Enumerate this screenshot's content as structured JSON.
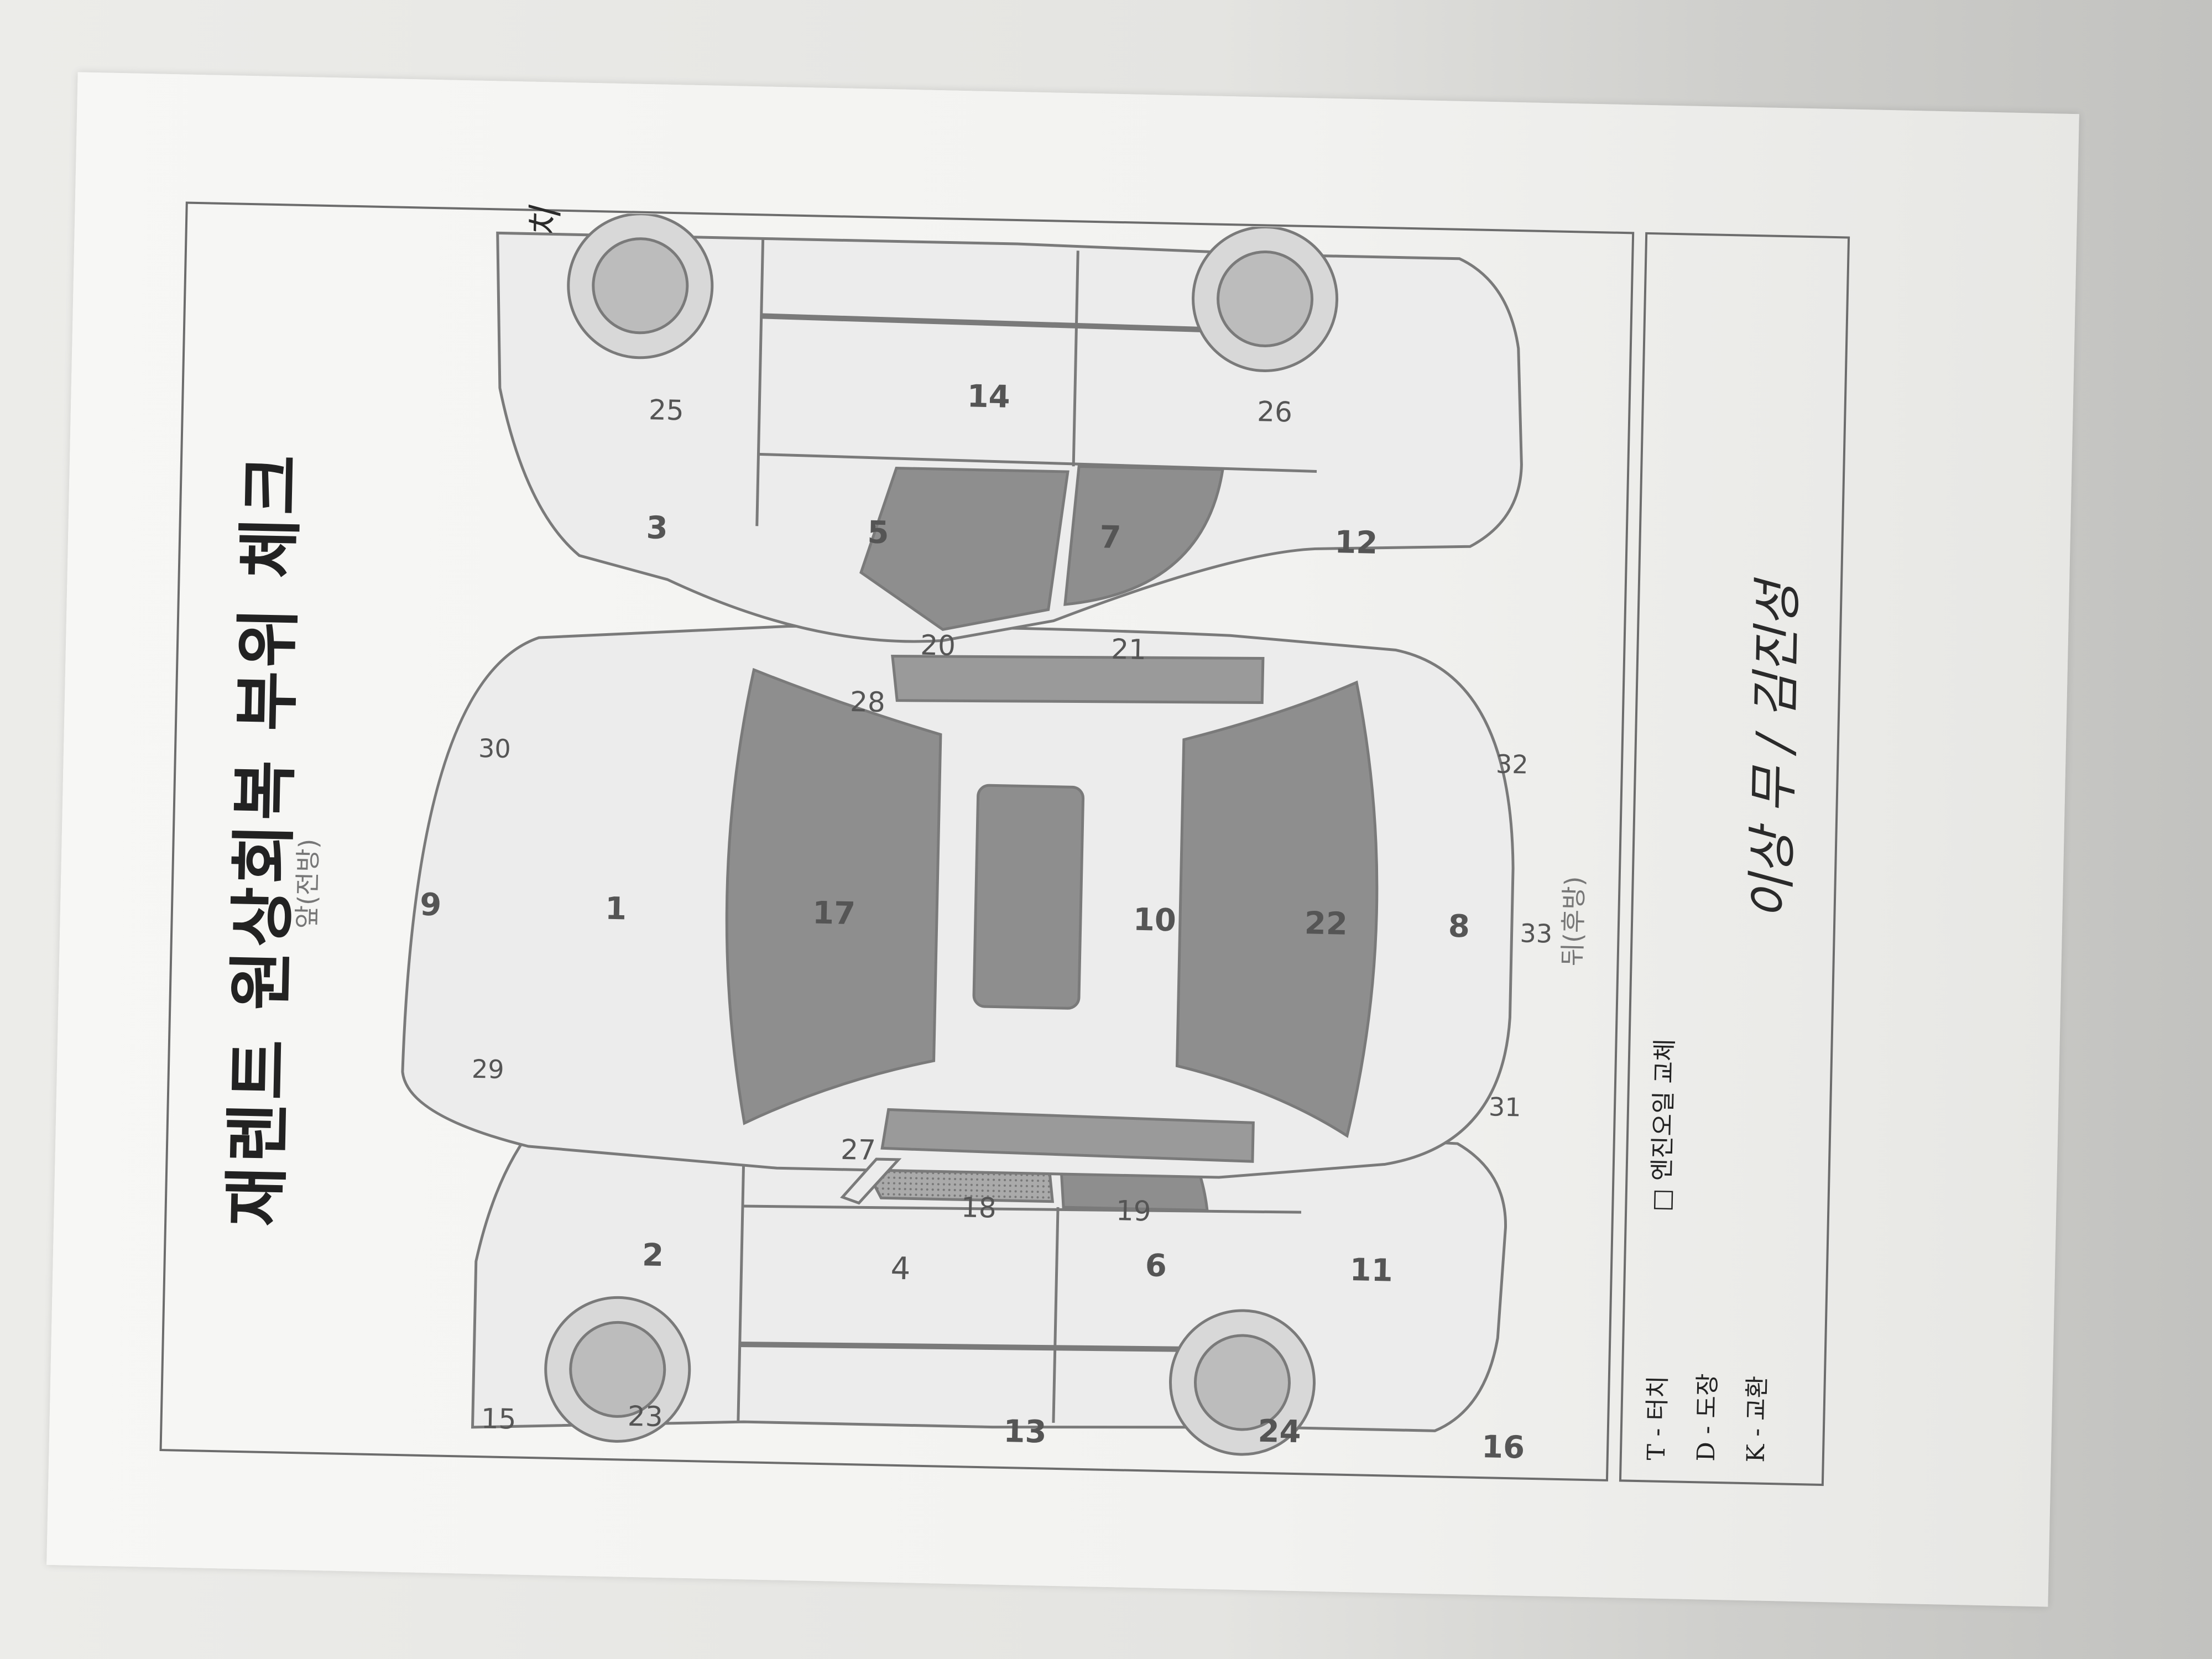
{
  "document": {
    "title": "재렌트 원상회복 부위 체크",
    "front_label": "앞(전방)",
    "rear_label": "뒤(후방)",
    "legend": [
      {
        "code": "T - 터치"
      },
      {
        "code": "D - 도장"
      },
      {
        "code": "K - 교환"
      }
    ],
    "checkbox_label": "□ 엔진오일 교체",
    "handwritten_note": "T - 터치",
    "handwritten_signature": "이상 무 / 김진성"
  },
  "part_numbers": {
    "left_view": [
      "2",
      "4",
      "6",
      "11",
      "13",
      "15",
      "16",
      "18",
      "19",
      "23",
      "24"
    ],
    "top_view": [
      "1",
      "8",
      "9",
      "10",
      "17",
      "22",
      "27",
      "28",
      "29",
      "30",
      "31",
      "32",
      "33"
    ],
    "right_view": [
      "3",
      "5",
      "7",
      "12",
      "14",
      "20",
      "21",
      "25",
      "26"
    ]
  },
  "colors": {
    "paper": "#f4f4f2",
    "line": "#7a7a7a",
    "panel_fill": "#e8e8e8",
    "glass_fill": "#8e8e8e",
    "text": "#222222"
  }
}
